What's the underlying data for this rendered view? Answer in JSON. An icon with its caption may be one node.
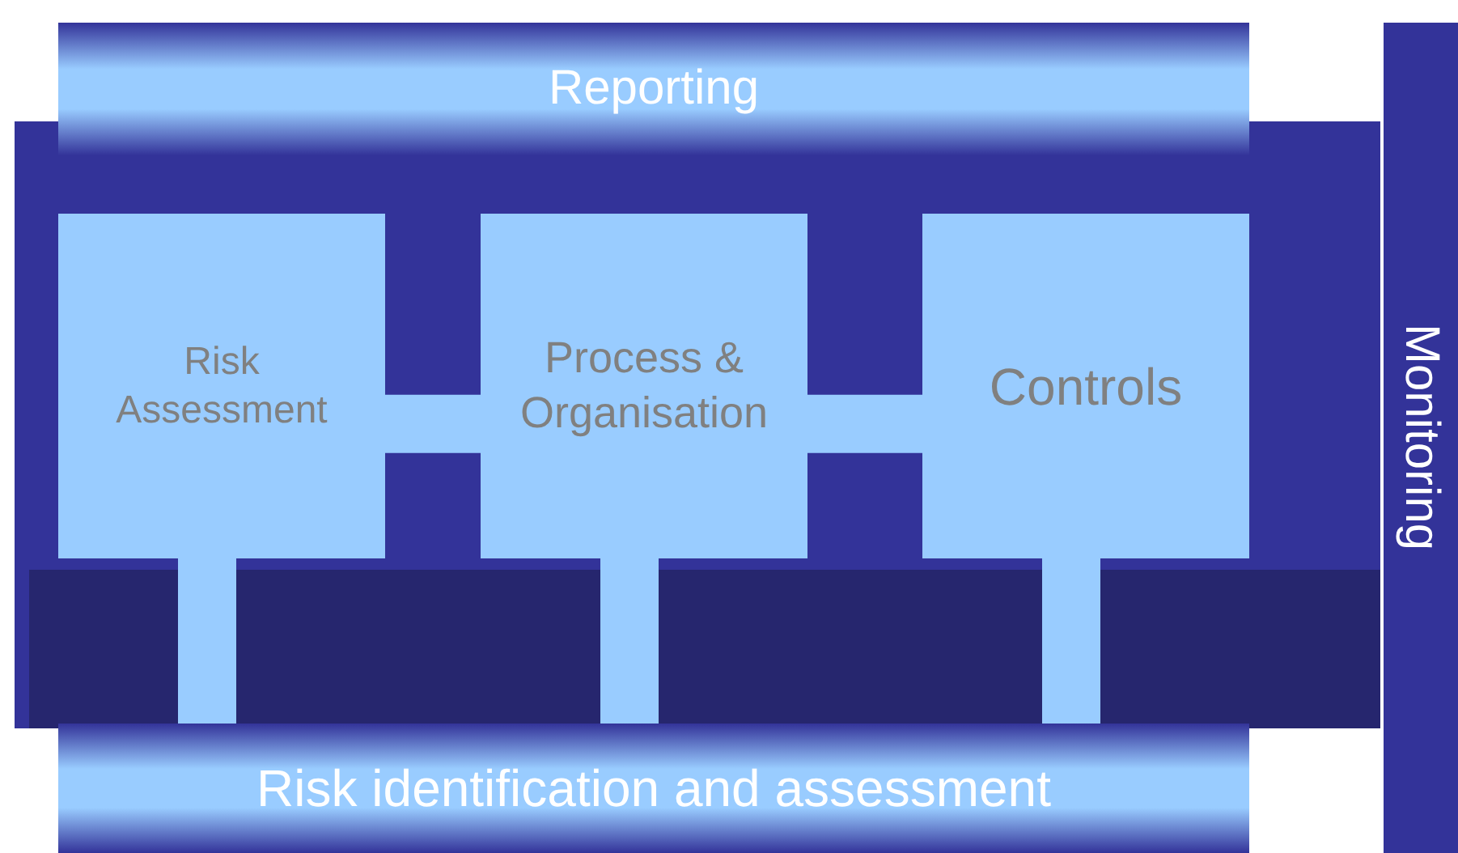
{
  "diagram": {
    "nodes": [
      {
        "text": [
          "Reporting"
        ]
      },
      {
        "text": [
          "Monitoring"
        ]
      },
      {
        "text": [],
        "shape": "box"
      },
      {
        "text": [
          "Risk Assessment"
        ],
        "in": 2
      },
      {
        "text": [
          "Process & Organisation"
        ],
        "in": 2
      },
      {
        "text": [
          "Controls"
        ],
        "in": 2
      },
      {
        "text": [
          "Risk identification and assessment"
        ]
      }
    ],
    "edges": [
      {
        "from": 3,
        "to": 4,
        "arrow": "none"
      },
      {
        "from": 4,
        "to": 5,
        "arrow": "none"
      },
      {
        "from": 3,
        "to": 6,
        "arrow": "none"
      },
      {
        "from": 4,
        "to": 6,
        "arrow": "none"
      },
      {
        "from": 5,
        "to": 6,
        "arrow": "none"
      }
    ]
  }
}
